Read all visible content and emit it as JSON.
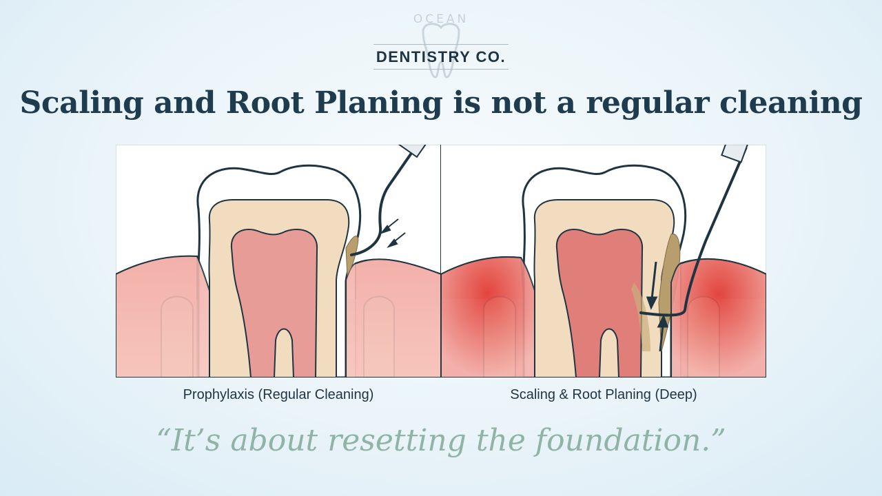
{
  "brand": {
    "small": "OCEAN",
    "main": "DENTISTRY CO."
  },
  "headline": "Scaling and Root Planing is not a regular cleaning",
  "panels": [
    {
      "caption": "Prophylaxis (Regular Cleaning)"
    },
    {
      "caption": "Scaling & Root Planing (Deep)"
    }
  ],
  "quote": "“It’s about resetting the foundation.”",
  "colors": {
    "title": "#1e3c4d",
    "quote": "#8fb4a6",
    "gum": "#f1a9a4",
    "inflamed_gum": "#e2534a",
    "dentin": "#f2dcbf",
    "pulp": "#e79c98",
    "enamel": "#ffffff",
    "bone": "#f3e1c3",
    "calculus": "#b99e6d",
    "outline": "#1f3441"
  }
}
